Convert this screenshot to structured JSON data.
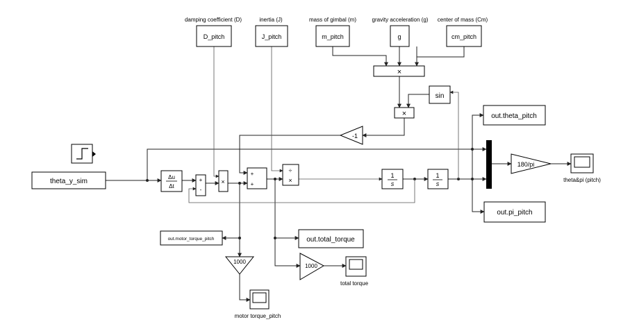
{
  "diagram": {
    "parameter_captions": {
      "damping": "damping coefficient (D)",
      "inertia": "inertia (J)",
      "mass": "mass of gimbal (m)",
      "gravity": "gravity acceleration (g)",
      "center_of_mass": "center of mass (Cm)"
    },
    "constants": {
      "damping": "D_pitch",
      "inertia": "J_pitch",
      "mass": "m_pitch",
      "gravity": "g",
      "center_of_mass": "cm_pitch"
    },
    "input": "theta_y_sim",
    "derivative": {
      "num": "Δu",
      "den": "Δt"
    },
    "sum1_signs": [
      "+",
      "-"
    ],
    "sum2_signs": [
      "+",
      "+"
    ],
    "product_symbol": "×",
    "divide_symbols": [
      "÷",
      "×"
    ],
    "trig_fn": "sin",
    "gain_neg": "-1",
    "integrator": {
      "num": "1",
      "den": "s"
    },
    "gain_rad2deg": "180/pi",
    "gain_1000": "1000",
    "outputs": {
      "theta_pitch": "out.theta_pitch",
      "pi_pitch": "out.pi_pitch",
      "total_torque": "out.total_torque",
      "motor_torque": "out.motor_torque_pitch"
    },
    "scope_captions": {
      "theta_pi": "theta&pi (pitch)",
      "total_torque": "total torque",
      "motor_torque": "motor torque_pitch"
    }
  }
}
